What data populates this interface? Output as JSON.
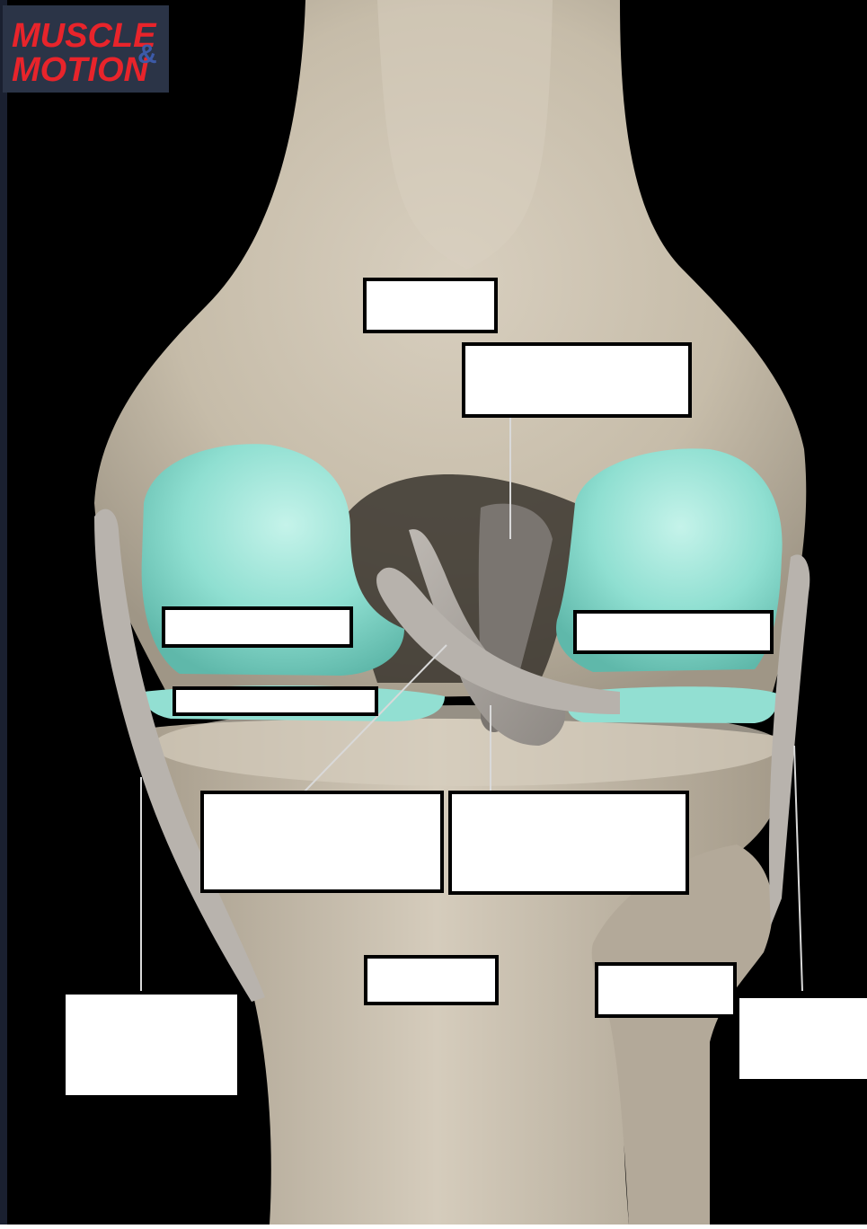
{
  "logo": {
    "line1": "MUSCLE",
    "line2": "MOTION",
    "ampersand": "&",
    "color": "#e8242b",
    "accent": "#3c5aa8"
  },
  "colors": {
    "background": "#000000",
    "bone": "#c9bfae",
    "cartilage": "#8fe0d2",
    "ligament": "#a9a49f"
  },
  "labels": [
    {
      "id": "label-1",
      "text": ""
    },
    {
      "id": "label-2",
      "text": ""
    },
    {
      "id": "label-3",
      "text": ""
    },
    {
      "id": "label-4",
      "text": ""
    },
    {
      "id": "label-5",
      "text": ""
    },
    {
      "id": "label-6",
      "text": ""
    },
    {
      "id": "label-7",
      "text": ""
    },
    {
      "id": "label-8",
      "text": ""
    },
    {
      "id": "label-9",
      "text": ""
    },
    {
      "id": "label-10",
      "text": ""
    },
    {
      "id": "label-11",
      "text": ""
    }
  ]
}
